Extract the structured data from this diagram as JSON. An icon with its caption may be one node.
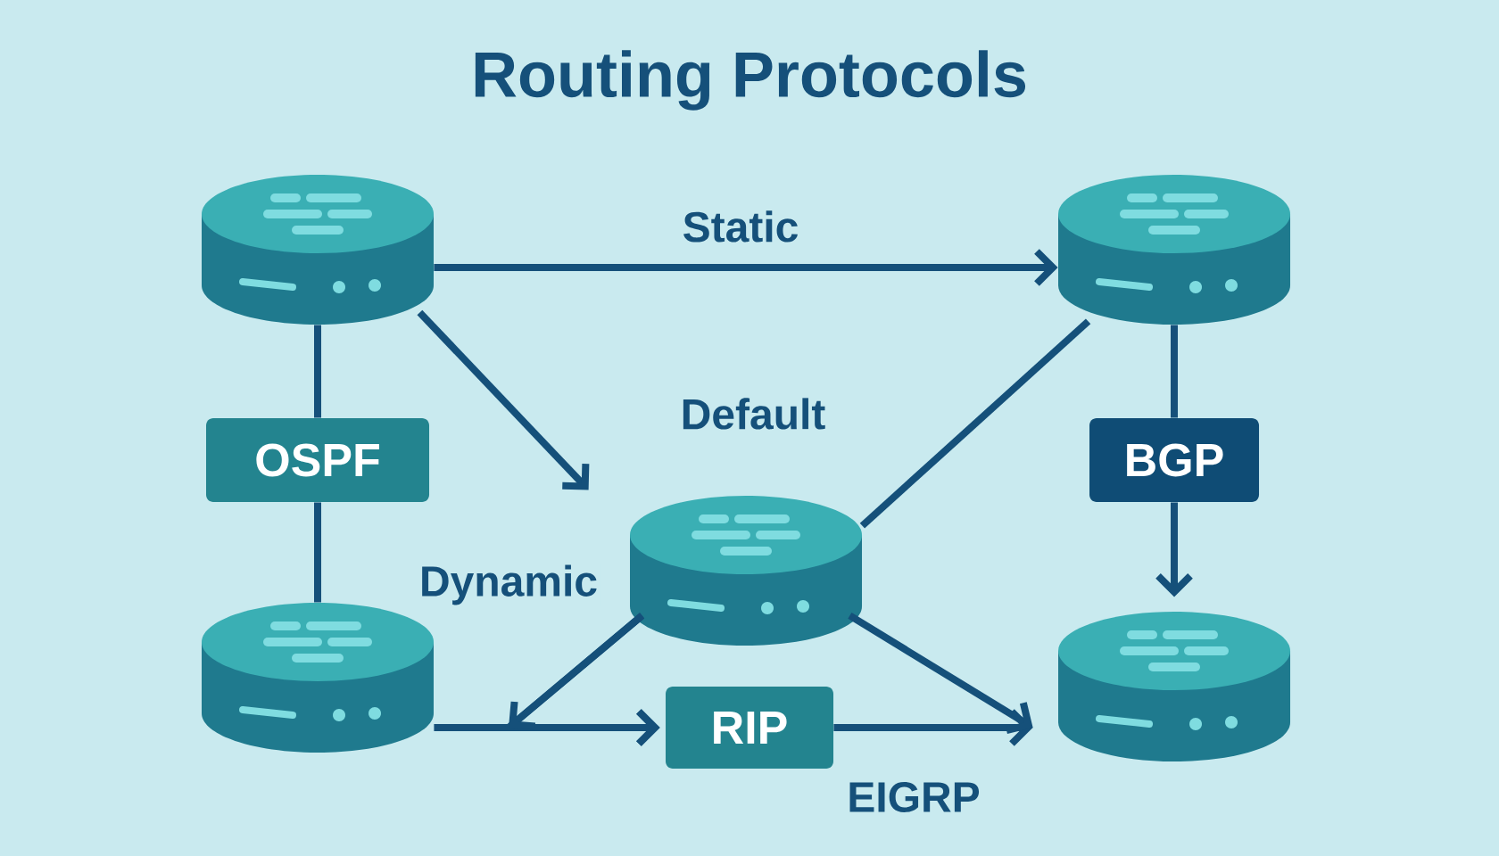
{
  "diagram": {
    "title": "Routing Protocols",
    "nodes": [
      {
        "text": [],
        "shape": "cylinder"
      },
      {
        "text": [],
        "shape": "cylinder"
      },
      {
        "text": [
          "OSPF"
        ]
      },
      {
        "text": [
          "BGP"
        ]
      },
      {
        "text": [],
        "shape": "cylinder"
      },
      {
        "text": [],
        "shape": "cylinder"
      },
      {
        "text": [
          "RIP"
        ]
      },
      {
        "text": [],
        "shape": "cylinder"
      }
    ],
    "edges": [
      {
        "from": 0,
        "to": 1,
        "arrow": "to",
        "label": "Static"
      },
      {
        "from": 0,
        "to": 4,
        "arrow": "to",
        "label": "Default"
      },
      {
        "from": 0,
        "to": 2,
        "arrow": "none"
      },
      {
        "from": 2,
        "to": 5,
        "arrow": "none"
      },
      {
        "from": 1,
        "to": 3,
        "arrow": "none"
      },
      {
        "from": 3,
        "to": 7,
        "arrow": "to"
      },
      {
        "from": 4,
        "to": 1,
        "arrow": "none"
      },
      {
        "from": 5,
        "to": 6,
        "arrow": "to"
      },
      {
        "from": 4,
        "to": 6,
        "arrow": "to",
        "label": "Dynamic"
      },
      {
        "from": 6,
        "to": 7,
        "arrow": "to",
        "label": "EIGRP"
      },
      {
        "from": 4,
        "to": 7,
        "arrow": "to"
      }
    ]
  }
}
